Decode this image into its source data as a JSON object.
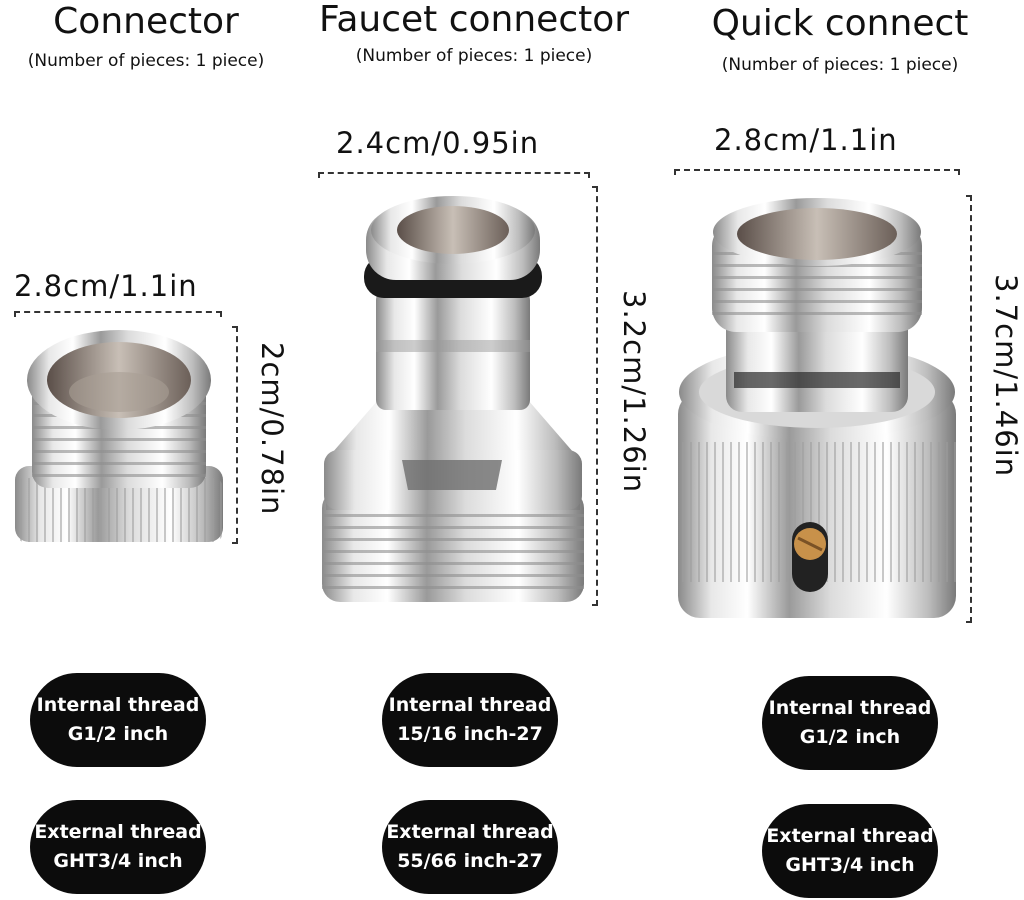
{
  "products": [
    {
      "name": "Connector",
      "pieces": "(Number of pieces: 1 piece)",
      "width": "2.8cm/1.1in",
      "height": "2cm/0.78in",
      "internal_thread": {
        "label": "Internal thread",
        "value": "G1/2 inch"
      },
      "external_thread": {
        "label": "External thread",
        "value": "GHT3/4 inch"
      }
    },
    {
      "name": "Faucet connector",
      "pieces": "(Number of pieces: 1 piece)",
      "width": "2.4cm/0.95in",
      "height": "3.2cm/1.26in",
      "internal_thread": {
        "label": "Internal thread",
        "value": "15/16 inch-27"
      },
      "external_thread": {
        "label": "External thread",
        "value": "55/66 inch-27"
      }
    },
    {
      "name": "Quick connect",
      "pieces": "(Number of pieces: 1 piece)",
      "width": "2.8cm/1.1in",
      "height": "3.7cm/1.46in",
      "internal_thread": {
        "label": "Internal thread",
        "value": "G1/2 inch"
      },
      "external_thread": {
        "label": "External thread",
        "value": "GHT3/4 inch"
      }
    }
  ],
  "colors": {
    "badge_bg": "#0c0c0c",
    "badge_text": "#ffffff",
    "chrome_light": "#f2f2f2",
    "chrome_mid": "#b8b8b8",
    "chrome_dark": "#6a6a6a",
    "seal_ring": "#1a1a1a",
    "brass_pin": "#c8914a"
  }
}
